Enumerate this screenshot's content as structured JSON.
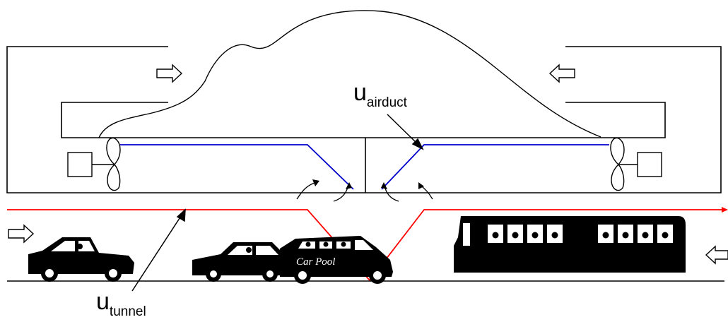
{
  "labels": {
    "u_airduct": {
      "main": "u",
      "sub": "airduct"
    },
    "u_tunnel": {
      "main": "u",
      "sub": "tunnel"
    },
    "carpool": "Car Pool"
  },
  "colors": {
    "airduct_profile": "#0000cc",
    "tunnel_profile": "#ff0000",
    "lines": "#000000",
    "vehicles": "#000000",
    "background": "#ffffff"
  },
  "icons": {
    "flow_arrow_right": "hollow-arrow-right",
    "flow_arrow_left": "hollow-arrow-left",
    "fan": "fan-icon",
    "motor": "motor-box",
    "vehicles": [
      "hatchback-car",
      "sedan-car",
      "carpool-van",
      "bus"
    ]
  }
}
